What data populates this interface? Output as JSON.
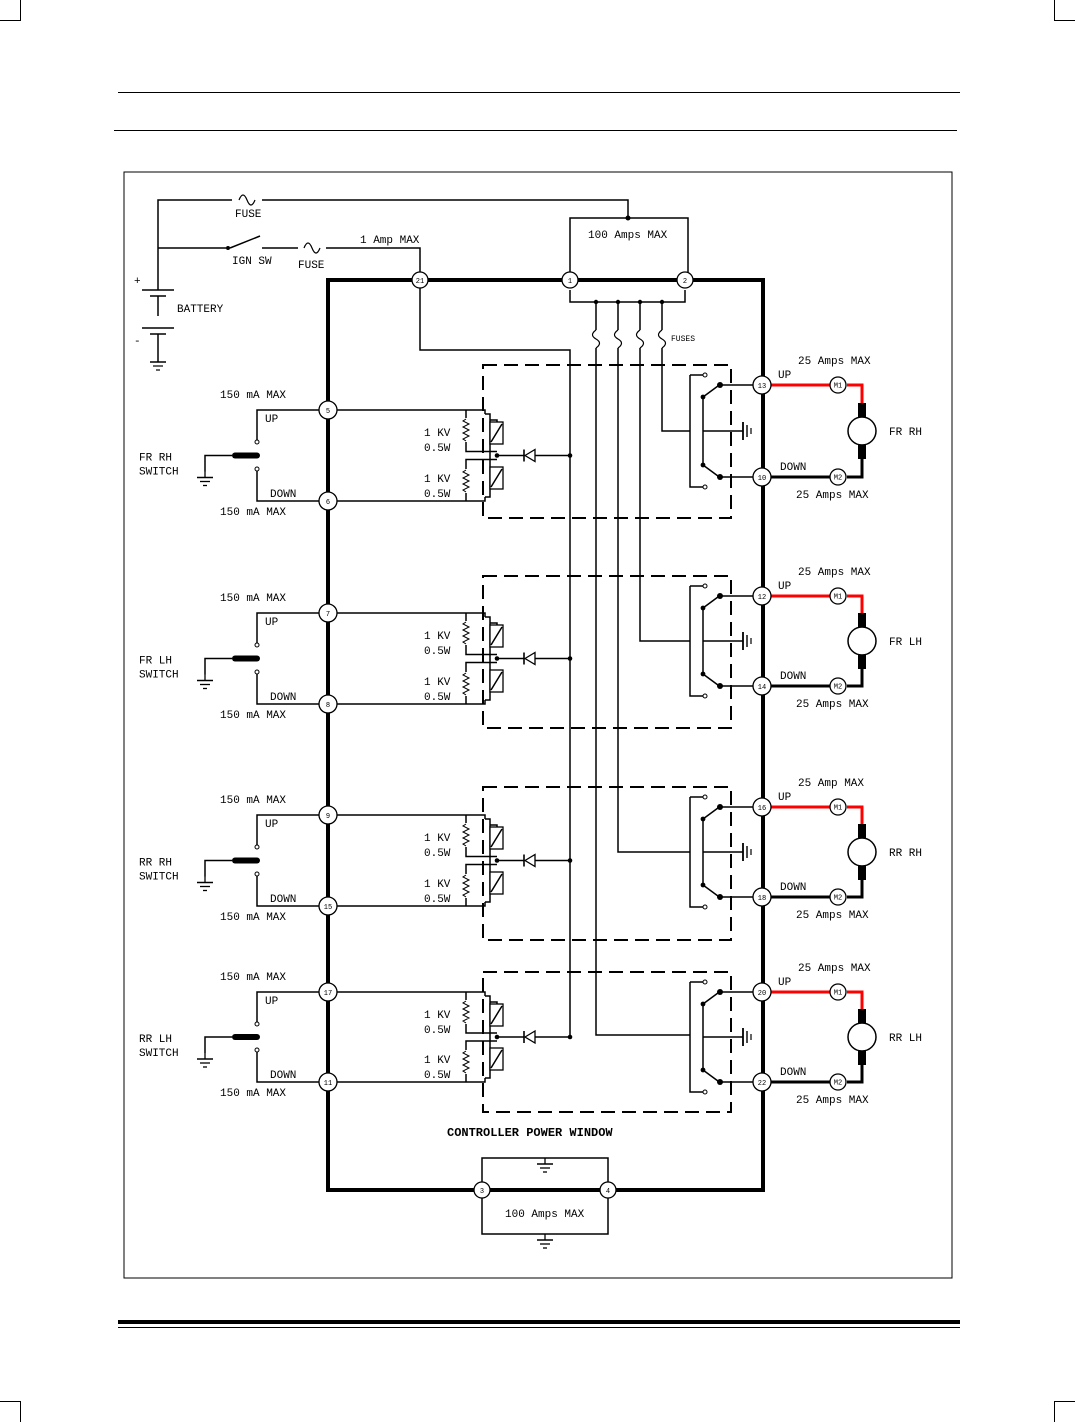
{
  "colors": {
    "line": "#000000",
    "motor_wire": "#ff0000",
    "background": "#ffffff"
  },
  "labels": {
    "fuse_top": "FUSE",
    "ign_sw": "IGN SW",
    "fuse_ign": "FUSE",
    "one_amp": "1 Amp MAX",
    "battery": "BATTERY",
    "plus": "+",
    "minus": "-",
    "hundred_top": "100 Amps MAX",
    "hundred_bottom": "100 Amps MAX",
    "fuses": "FUSES",
    "controller_title": "CONTROLLER POWER WINDOW",
    "resistor_kv": "1 KV",
    "resistor_w": "0.5W",
    "up": "UP",
    "down": "DOWN"
  },
  "pins": {
    "p1": "1",
    "p2": "2",
    "p3": "3",
    "p4": "4",
    "p5": "5",
    "p6": "6",
    "p7": "7",
    "p8": "8",
    "p9": "9",
    "p10": "10",
    "p11": "11",
    "p12": "12",
    "p13": "13",
    "p14": "14",
    "p15": "15",
    "p16": "16",
    "p17": "17",
    "p18": "18",
    "p20": "20",
    "p21": "21",
    "p22": "22"
  },
  "switches": [
    {
      "line1": "FR RH",
      "line2": "SWITCH",
      "up_current": "150 mA MAX",
      "down_current": "150 mA MAX"
    },
    {
      "line1": "FR LH",
      "line2": "SWITCH",
      "up_current": "150 mA MAX",
      "down_current": "150 mA MAX"
    },
    {
      "line1": "RR RH",
      "line2": "SWITCH",
      "up_current": "150 mA MAX",
      "down_current": "150 mA MAX"
    },
    {
      "line1": "RR LH",
      "line2": "SWITCH",
      "up_current": "150 mA MAX",
      "down_current": "150 mA MAX"
    }
  ],
  "motors": [
    {
      "name": "FR RH",
      "up_current": "25 Amps MAX",
      "down_current": "25 Amps MAX",
      "m1": "M1",
      "m2": "M2"
    },
    {
      "name": "FR LH",
      "up_current": "25 Amps MAX",
      "down_current": "25 Amps MAX",
      "m1": "M1",
      "m2": "M2"
    },
    {
      "name": "RR RH",
      "up_current": "25 Amp MAX",
      "down_current": "25 Amps MAX",
      "m1": "M1",
      "m2": "M2"
    },
    {
      "name": "RR LH",
      "up_current": "25 Amps MAX",
      "down_current": "25 Amps MAX",
      "m1": "M1",
      "m2": "M2"
    }
  ]
}
